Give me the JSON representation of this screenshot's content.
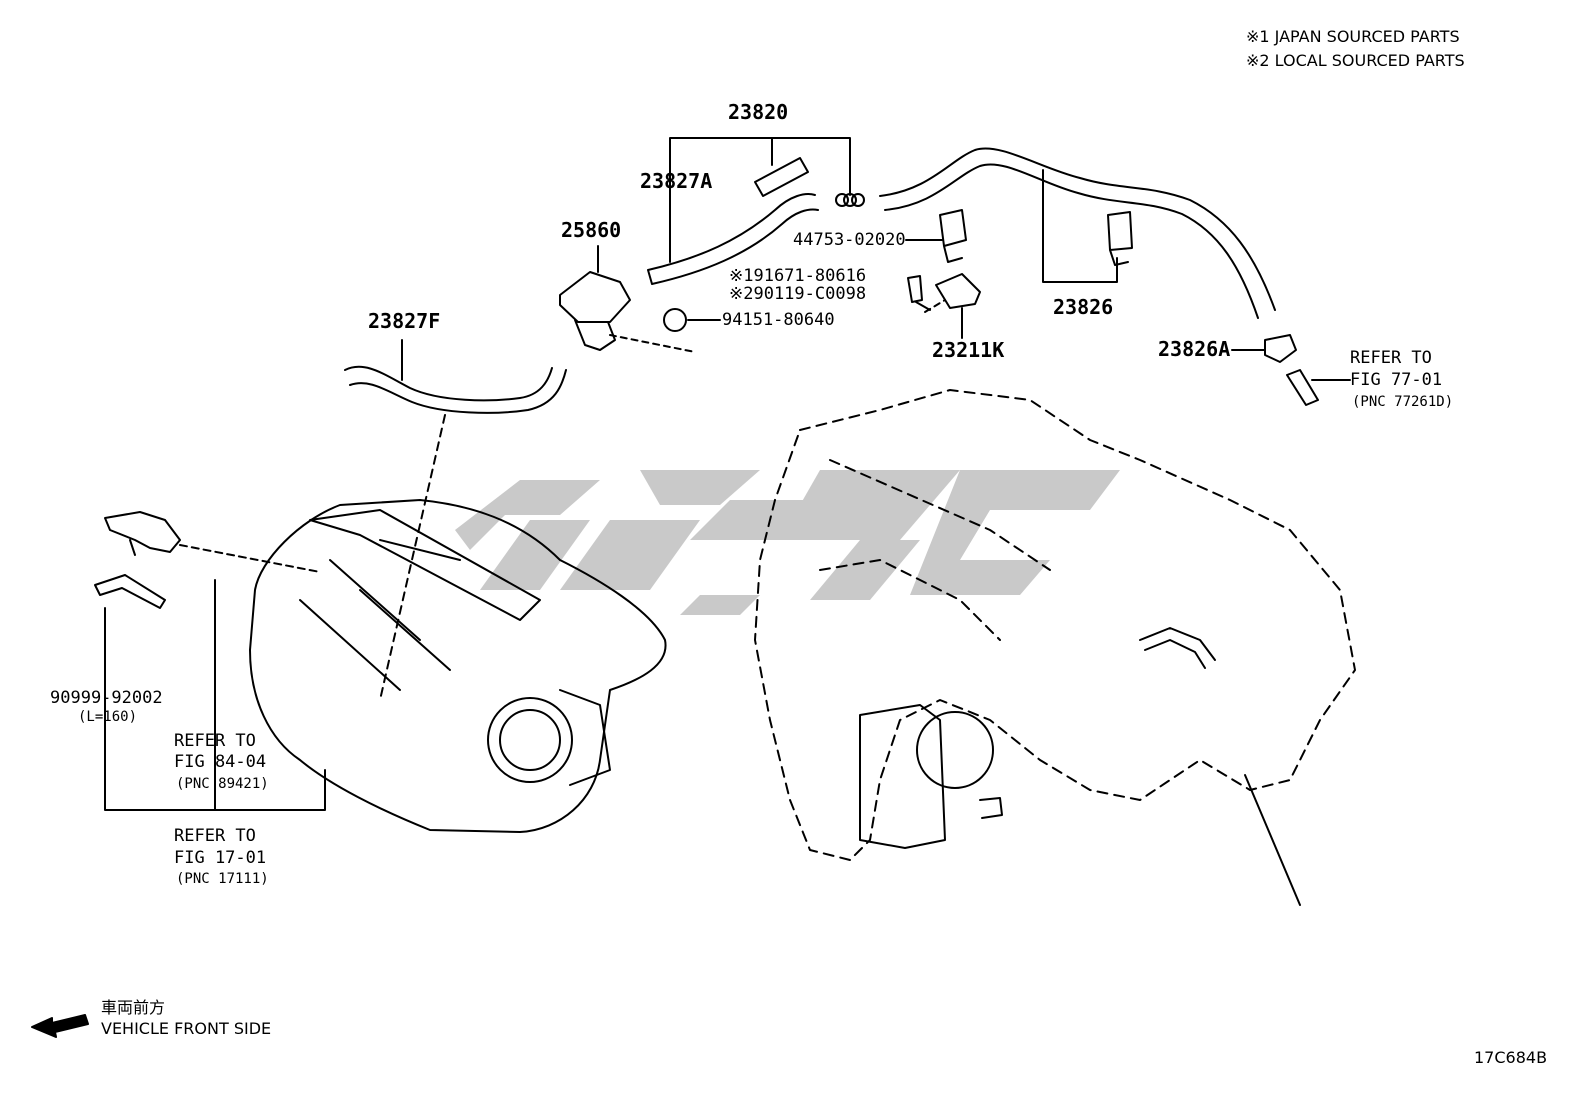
{
  "notes": {
    "line1": "※1 JAPAN SOURCED PARTS",
    "line2": "※2 LOCAL SOURCED PARTS"
  },
  "parts": {
    "p23820": "23820",
    "p23827A": "23827A",
    "p25860": "25860",
    "p23827F": "23827F",
    "p44753": "44753-02020",
    "p191671": "※191671-80616",
    "p290119": "※290119-C0098",
    "p94151": "94151-80640",
    "p23211K": "23211K",
    "p23826": "23826",
    "p23826A": "23826A",
    "p90999": "90999-92002",
    "p90999_len": "(L=160)"
  },
  "refs": {
    "r77_refer": "REFER TO",
    "r77_fig": "FIG 77-01",
    "r77_pnc": "(PNC 77261D)",
    "r84_refer": "REFER TO",
    "r84_fig": "FIG 84-04",
    "r84_pnc": "(PNC 89421)",
    "r17_refer": "REFER TO",
    "r17_fig": "FIG 17-01",
    "r17_pnc": "(PNC 17111)"
  },
  "orientation": {
    "jp": "車両前方",
    "en": "VEHICLE FRONT SIDE",
    "arrow_icon": "arrow-left-icon"
  },
  "figure_code": "17C684B",
  "colors": {
    "ink": "#000000",
    "watermark": "#c8c8c8",
    "background": "#ffffff"
  }
}
